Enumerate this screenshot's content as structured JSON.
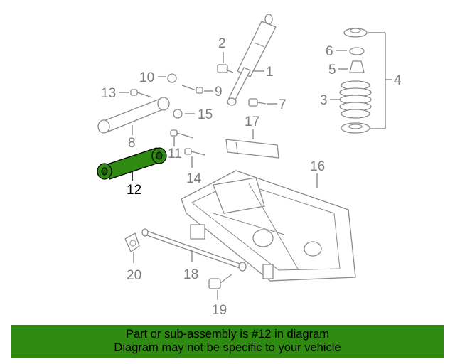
{
  "diagram": {
    "highlighted_part": "12",
    "highlight_color": "#2f8a12",
    "callouts": {
      "c1": "1",
      "c2": "2",
      "c3": "3",
      "c4": "4",
      "c5": "5",
      "c6": "6",
      "c7": "7",
      "c8": "8",
      "c9": "9",
      "c10": "10",
      "c11": "11",
      "c12": "12",
      "c13": "13",
      "c14": "14",
      "c15": "15",
      "c16": "16",
      "c17": "17",
      "c18": "18",
      "c19": "19",
      "c20": "20"
    }
  },
  "banner": {
    "line1": "Part or sub-assembly is #12 in diagram",
    "line2": "Diagram may not be specific to your vehicle",
    "background": "#2f8a12"
  }
}
